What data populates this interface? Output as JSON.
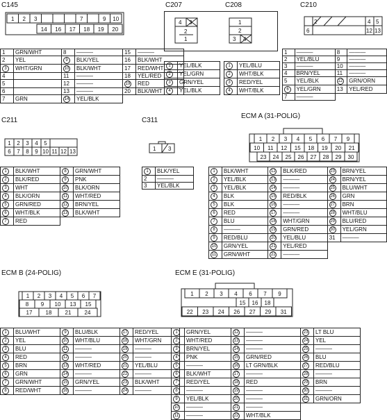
{
  "connectors": {
    "c145": {
      "label": "C145",
      "cells_top": [
        "1",
        "2",
        "3",
        "",
        "",
        "",
        "7",
        "",
        "9",
        "10"
      ],
      "cells_bottom": [
        "14",
        "16",
        "17",
        "18",
        "19",
        "20"
      ],
      "cols": [
        [
          [
            "1",
            "GRN/WHT"
          ],
          [
            "2",
            "YEL"
          ],
          [
            "3",
            "WHT/GRN"
          ],
          [
            "4",
            ""
          ],
          [
            "5",
            ""
          ],
          [
            "6",
            ""
          ],
          [
            "7",
            "GRN"
          ]
        ],
        [
          [
            "8",
            "———"
          ],
          [
            "9",
            "BLK/YEL"
          ],
          [
            "10",
            "BLK/WHT"
          ],
          [
            "11",
            "———"
          ],
          [
            "12",
            "———"
          ],
          [
            "13",
            "———"
          ],
          [
            "14",
            "YEL/BLK"
          ]
        ],
        [
          [
            "15",
            "———"
          ],
          [
            "16",
            "BLK/WHT"
          ],
          [
            "17",
            "RED/WHT"
          ],
          [
            "18",
            "YEL/RED"
          ],
          [
            "19",
            "RED"
          ],
          [
            "20",
            "BLK/WHT"
          ]
        ]
      ]
    },
    "c207": {
      "label": "C207",
      "cells": [
        "4",
        "3",
        "2",
        "1"
      ],
      "rows": [
        [
          "1",
          "YEL/BLK"
        ],
        [
          "2",
          "YEL/GRN"
        ],
        [
          "3",
          "GRN/YEL"
        ],
        [
          "4",
          "YEL/BLK"
        ]
      ]
    },
    "c208": {
      "label": "C208",
      "cells": [
        "1",
        "2",
        "3",
        "4"
      ],
      "rows": [
        [
          "1",
          "YEL/BLU"
        ],
        [
          "2",
          "WHT/BLK"
        ],
        [
          "3",
          "RED/YEL"
        ],
        [
          "4",
          "WHT/BLK"
        ]
      ]
    },
    "c210": {
      "label": "C210",
      "cells": [
        "2",
        "4",
        "5",
        "6",
        "12",
        "13"
      ],
      "cols": [
        [
          [
            "1",
            "———"
          ],
          [
            "2",
            "YEL/BLU"
          ],
          [
            "3",
            "———"
          ],
          [
            "4",
            "BRN/YEL"
          ],
          [
            "5",
            "YEL/BLK"
          ],
          [
            "6",
            "YEL/GRN"
          ],
          [
            "7",
            "———"
          ]
        ],
        [
          [
            "8",
            "———"
          ],
          [
            "9",
            "———"
          ],
          [
            "10",
            "———"
          ],
          [
            "11",
            "———"
          ],
          [
            "12",
            "GRN/ORN"
          ],
          [
            "13",
            "YEL/RED"
          ]
        ]
      ]
    },
    "c211": {
      "label": "C211",
      "cells_top": [
        "1",
        "2",
        "3",
        "4",
        "5"
      ],
      "cells_bottom": [
        "6",
        "7",
        "8",
        "9",
        "10",
        "11",
        "12",
        "13"
      ],
      "cols": [
        [
          [
            "1",
            "BLK/WHT"
          ],
          [
            "2",
            "BLK/RED"
          ],
          [
            "3",
            "WHT"
          ],
          [
            "4",
            "BLK/ORN"
          ],
          [
            "5",
            "GRN/RED"
          ],
          [
            "6",
            "WHT/BLK"
          ],
          [
            "7",
            "RED"
          ]
        ],
        [
          [
            "8",
            "GRN/WHT"
          ],
          [
            "9",
            "PNK"
          ],
          [
            "10",
            "BLK/ORN"
          ],
          [
            "11",
            "WHT/RED"
          ],
          [
            "12",
            "BRN/YEL"
          ],
          [
            "13",
            "BLK/WHT"
          ]
        ]
      ]
    },
    "c311": {
      "label": "C311",
      "cells": [
        "1",
        "3"
      ],
      "rows": [
        [
          "1",
          "BLK/YEL"
        ],
        [
          "2",
          "———"
        ],
        [
          "3",
          "YEL/BLK"
        ]
      ]
    },
    "ecma": {
      "label": "ECM A (31-POLIG)",
      "cells_top": [
        "1",
        "2",
        "3",
        "4",
        "5",
        "6",
        "7",
        "9"
      ],
      "cells_mid": [
        "10",
        "11",
        "12",
        "15",
        "18",
        "19",
        "20",
        "21"
      ],
      "cells_bottom": [
        "23",
        "24",
        "25",
        "26",
        "27",
        "28",
        "29",
        "30"
      ],
      "cols": [
        [
          [
            "1",
            "BLK/WHT"
          ],
          [
            "2",
            "YEL/BLK"
          ],
          [
            "3",
            "YEL/BLK"
          ],
          [
            "4",
            "BLK"
          ],
          [
            "5",
            "BLK"
          ],
          [
            "6",
            "RED"
          ],
          [
            "7",
            "BLU"
          ],
          [
            "8",
            "———"
          ],
          [
            "9",
            "RED/BLU"
          ],
          [
            "10",
            "GRN/YEL"
          ],
          [
            "11",
            "GRN/WHT"
          ]
        ],
        [
          [
            "12",
            "BLK/RED"
          ],
          [
            "13",
            "———"
          ],
          [
            "14",
            "———"
          ],
          [
            "15",
            "RED/BLK"
          ],
          [
            "16",
            "———"
          ],
          [
            "17",
            "———"
          ],
          [
            "18",
            "WHT/GRN"
          ],
          [
            "19",
            "GRN/RED"
          ],
          [
            "20",
            "YEL/BLU"
          ],
          [
            "21",
            "YEL/RED"
          ],
          [
            "22",
            "———"
          ]
        ],
        [
          [
            "23",
            "BRN/YEL"
          ],
          [
            "24",
            "BRN/YEL"
          ],
          [
            "25",
            "BLU/WHT"
          ],
          [
            "26",
            "GRN"
          ],
          [
            "27",
            "BRN"
          ],
          [
            "28",
            "WHT/BLU"
          ],
          [
            "29",
            "BLU/RED"
          ],
          [
            "30",
            "YEL/GRN"
          ],
          [
            "31",
            "———"
          ]
        ]
      ]
    },
    "ecmb": {
      "label": "ECM B (24-POLIG)",
      "cells_top": [
        "1",
        "2",
        "3",
        "4",
        "5",
        "6",
        "7"
      ],
      "cells_mid": [
        "8",
        "9",
        "10",
        "13",
        "15"
      ],
      "cells_bottom": [
        "17",
        "18",
        "21",
        "24"
      ],
      "cols": [
        [
          [
            "1",
            "BLU/WHT"
          ],
          [
            "2",
            "YEL"
          ],
          [
            "3",
            "BLU"
          ],
          [
            "4",
            "RED"
          ],
          [
            "5",
            "BRN"
          ],
          [
            "6",
            "GRN"
          ],
          [
            "7",
            "GRN/WHT"
          ],
          [
            "8",
            "RED/WHT"
          ]
        ],
        [
          [
            "9",
            "BLU/BLK"
          ],
          [
            "10",
            "WHT/BLU"
          ],
          [
            "11",
            "———"
          ],
          [
            "12",
            "———"
          ],
          [
            "13",
            "WHT/RED"
          ],
          [
            "14",
            "———"
          ],
          [
            "15",
            "GRN/YEL"
          ],
          [
            "16",
            "———"
          ]
        ],
        [
          [
            "17",
            "RED/YEL"
          ],
          [
            "18",
            "WHT/GRN"
          ],
          [
            "19",
            "———"
          ],
          [
            "20",
            "———"
          ],
          [
            "21",
            "YEL/BLU"
          ],
          [
            "22",
            "———"
          ],
          [
            "23",
            "BLK/WHT"
          ],
          [
            "24",
            "———"
          ]
        ]
      ]
    },
    "ecme": {
      "label": "ECM E (31-POLIG)",
      "cells_top": [
        "1",
        "2",
        "3",
        "4",
        "6",
        "7",
        "9"
      ],
      "cells_mid": [
        "15",
        "16",
        "18"
      ],
      "cells_bottom": [
        "22",
        "23",
        "24",
        "26",
        "27",
        "29",
        "31"
      ],
      "cols": [
        [
          [
            "1",
            "GRN/YEL"
          ],
          [
            "2",
            "WHT/RED"
          ],
          [
            "3",
            "BRN/YEL"
          ],
          [
            "4",
            "PNK"
          ],
          [
            "5",
            "———"
          ],
          [
            "6",
            "BLK/WHT"
          ],
          [
            "7",
            "RED/YEL"
          ],
          [
            "8",
            "———"
          ],
          [
            "9",
            "YEL/BLK"
          ],
          [
            "10",
            "———"
          ],
          [
            "11",
            "———"
          ]
        ],
        [
          [
            "12",
            "———"
          ],
          [
            "13",
            "———"
          ],
          [
            "14",
            "———"
          ],
          [
            "15",
            "GRN/RED"
          ],
          [
            "16",
            "LT GRN/BLK"
          ],
          [
            "17",
            "———"
          ],
          [
            "18",
            "RED"
          ],
          [
            "19",
            "———"
          ],
          [
            "20",
            "———"
          ],
          [
            "21",
            "———"
          ],
          [
            "22",
            "WHT/BLK"
          ]
        ],
        [
          [
            "23",
            "LT BLU"
          ],
          [
            "24",
            "YEL"
          ],
          [
            "25",
            "———"
          ],
          [
            "26",
            "BLU"
          ],
          [
            "27",
            "RED/BLU"
          ],
          [
            "28",
            "———"
          ],
          [
            "29",
            "BRN"
          ],
          [
            "30",
            "———"
          ],
          [
            "31",
            "GRN/ORN"
          ]
        ]
      ]
    }
  }
}
